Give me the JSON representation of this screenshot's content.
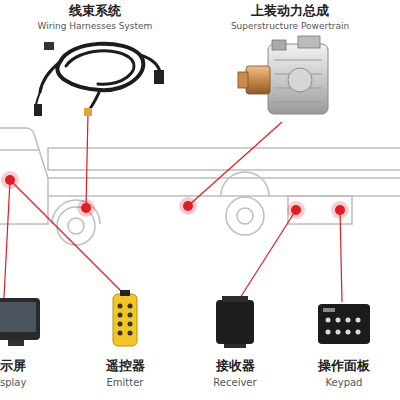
{
  "diagram": {
    "labels": [
      "线束系统",
      "Wiring Harnesses System",
      "上装动力总成",
      "Superstructure Powertrain",
      "示屏",
      "splay",
      "遥控器",
      "Emitter",
      "接收器",
      "Receiver",
      "操作面板",
      "Keypad"
    ]
  }
}
